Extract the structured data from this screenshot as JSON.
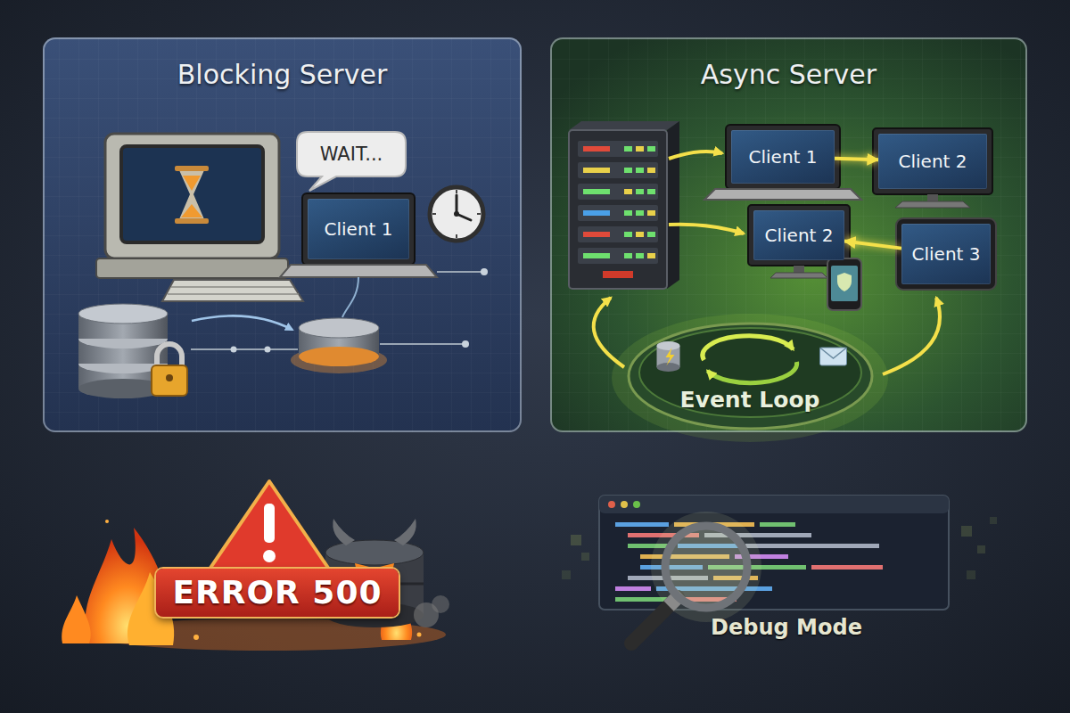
{
  "diagram": {
    "nodes": [
      {
        "text": [
          "Blocking Server"
        ]
      },
      {
        "text": [
          "WAIT..."
        ],
        "in": 0
      },
      {
        "text": [
          "Client 1"
        ],
        "in": 0
      },
      {
        "text": [
          "Async Server"
        ]
      },
      {
        "text": [
          "Client 1"
        ],
        "in": 3
      },
      {
        "text": [
          "Client 2"
        ],
        "in": 3
      },
      {
        "text": [
          "Client 2"
        ],
        "in": 3
      },
      {
        "text": [
          "Client 3"
        ],
        "in": 3
      },
      {
        "text": [
          "Event Loop"
        ],
        "in": 3
      },
      {
        "text": [
          "ERROR 500"
        ]
      }
    ],
    "edges": [
      {
        "from": 4,
        "to": 5,
        "arrow": "to"
      },
      {
        "from": 7,
        "to": 6,
        "arrow": "to"
      }
    ],
    "labels": [
      "Debug Mode"
    ]
  }
}
